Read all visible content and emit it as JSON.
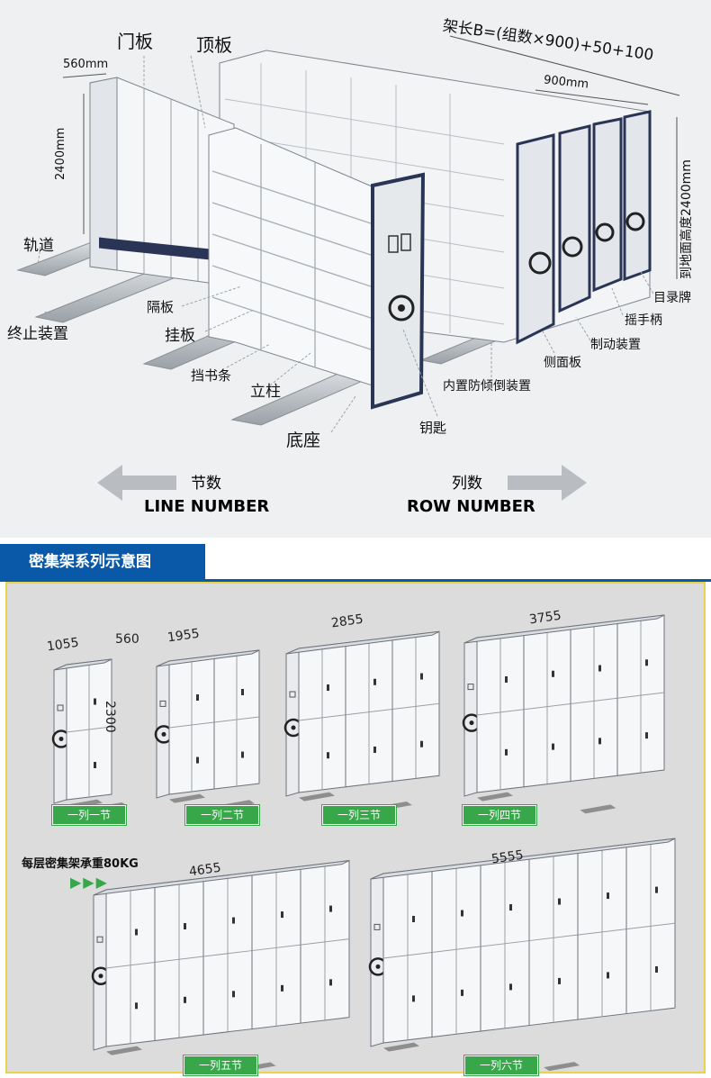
{
  "top_labels": {
    "dim_depth": "560mm",
    "door_panel": "门板",
    "top_panel": "顶板",
    "length_formula": "架长B=(组数×900)+50+100",
    "unit_width": "900mm",
    "height_left": "2400mm",
    "height_right": "到地面高度2400mm",
    "track": "轨道",
    "stop_device": "终止装置",
    "partition": "隔板",
    "hanging_board": "挂板",
    "book_stop": "挡书条",
    "column": "立柱",
    "base": "底座",
    "key": "钥匙",
    "anti_tilt": "内置防倾倒装置",
    "side_panel": "侧面板",
    "brake": "制动装置",
    "handle": "摇手柄",
    "catalog_plate": "目录牌"
  },
  "directions": {
    "left_cn": "节数",
    "left_en": "LINE NUMBER",
    "right_cn": "列数",
    "right_en": "ROW NUMBER"
  },
  "section_title": "密集架系列示意图",
  "load_note": "每层密集架承重80KG",
  "load_arrows": "▶▶▶",
  "single_dims": {
    "width": "1055",
    "depth": "560",
    "height": "2300"
  },
  "configs": [
    {
      "width": "1055",
      "tag": "一列一节",
      "sections": 1
    },
    {
      "width": "1955",
      "tag": "一列二节",
      "sections": 2
    },
    {
      "width": "2855",
      "tag": "一列三节",
      "sections": 3
    },
    {
      "width": "3755",
      "tag": "一列四节",
      "sections": 4
    },
    {
      "width": "4655",
      "tag": "一列五节",
      "sections": 5
    },
    {
      "width": "5555",
      "tag": "一列六节",
      "sections": 6
    }
  ],
  "colors": {
    "accent_blue": "#0a59a8",
    "tag_green": "#37a74a",
    "panel_border": "#e8d44a",
    "frame_navy": "#2a3556"
  }
}
